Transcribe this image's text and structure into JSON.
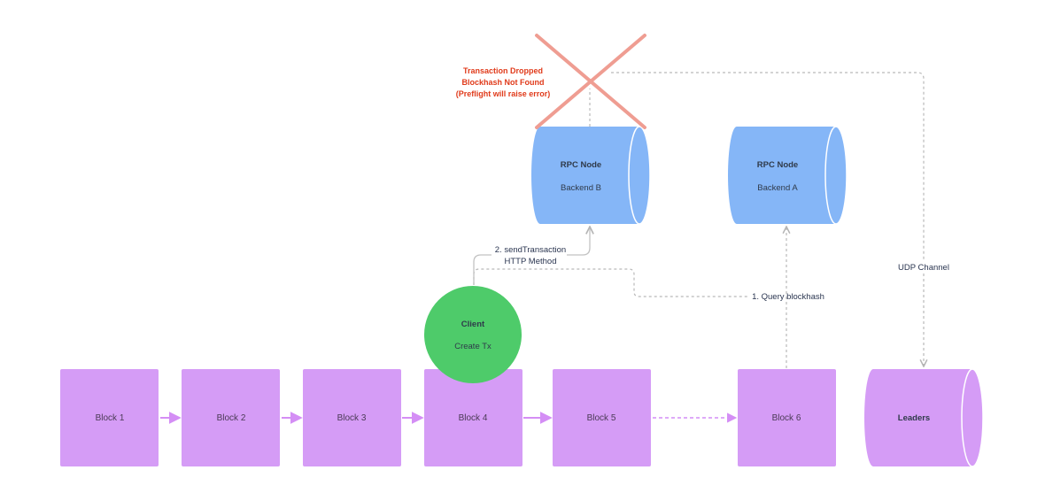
{
  "blocks": [
    {
      "label": "Block 1"
    },
    {
      "label": "Block 2"
    },
    {
      "label": "Block 3"
    },
    {
      "label": "Block 4"
    },
    {
      "label": "Block 5"
    },
    {
      "label": "Block 6"
    }
  ],
  "client": {
    "title": "Client",
    "subtitle": "Create Tx"
  },
  "rpc_b": {
    "title": "RPC Node",
    "subtitle": "Backend B"
  },
  "rpc_a": {
    "title": "RPC Node",
    "subtitle": "Backend A"
  },
  "leaders": {
    "title": "Leaders"
  },
  "error": {
    "line1": "Transaction Dropped",
    "line2": "Blockhash Not Found",
    "line3": "(Preflight will raise error)"
  },
  "edges": {
    "send_line1": "2. sendTransaction",
    "send_line2": "HTTP Method",
    "query": "1. Query blockhash",
    "udp": "UDP Channel"
  },
  "colors": {
    "block_fill": "#d59cf6",
    "block_arrow": "#d48ef5",
    "cylinder_fill": "#85b6f7",
    "client_fill": "#4ecb6a",
    "error_text": "#e03a1a",
    "cross": "#ef9d92",
    "dashed": "#b9b9b9"
  }
}
